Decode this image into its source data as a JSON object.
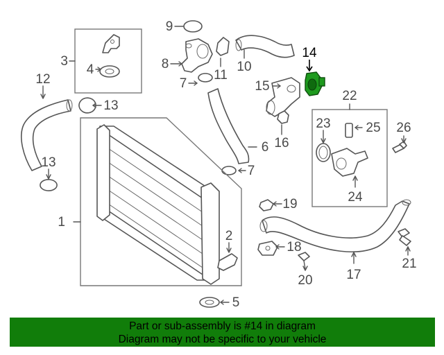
{
  "diagram": {
    "callouts": [
      "1",
      "2",
      "3",
      "4",
      "5",
      "6",
      "7",
      "7",
      "8",
      "9",
      "10",
      "11",
      "12",
      "13",
      "13",
      "14",
      "15",
      "16",
      "17",
      "18",
      "19",
      "20",
      "21",
      "22",
      "23",
      "24",
      "25",
      "26"
    ],
    "highlight_part": "14",
    "colors": {
      "highlight": "#1e9a1e",
      "banner": "#117d0a",
      "line": "#555555"
    }
  },
  "banner": {
    "line1": "Part or sub-assembly is #14 in diagram",
    "line2": "Diagram may not be specific to your vehicle"
  }
}
